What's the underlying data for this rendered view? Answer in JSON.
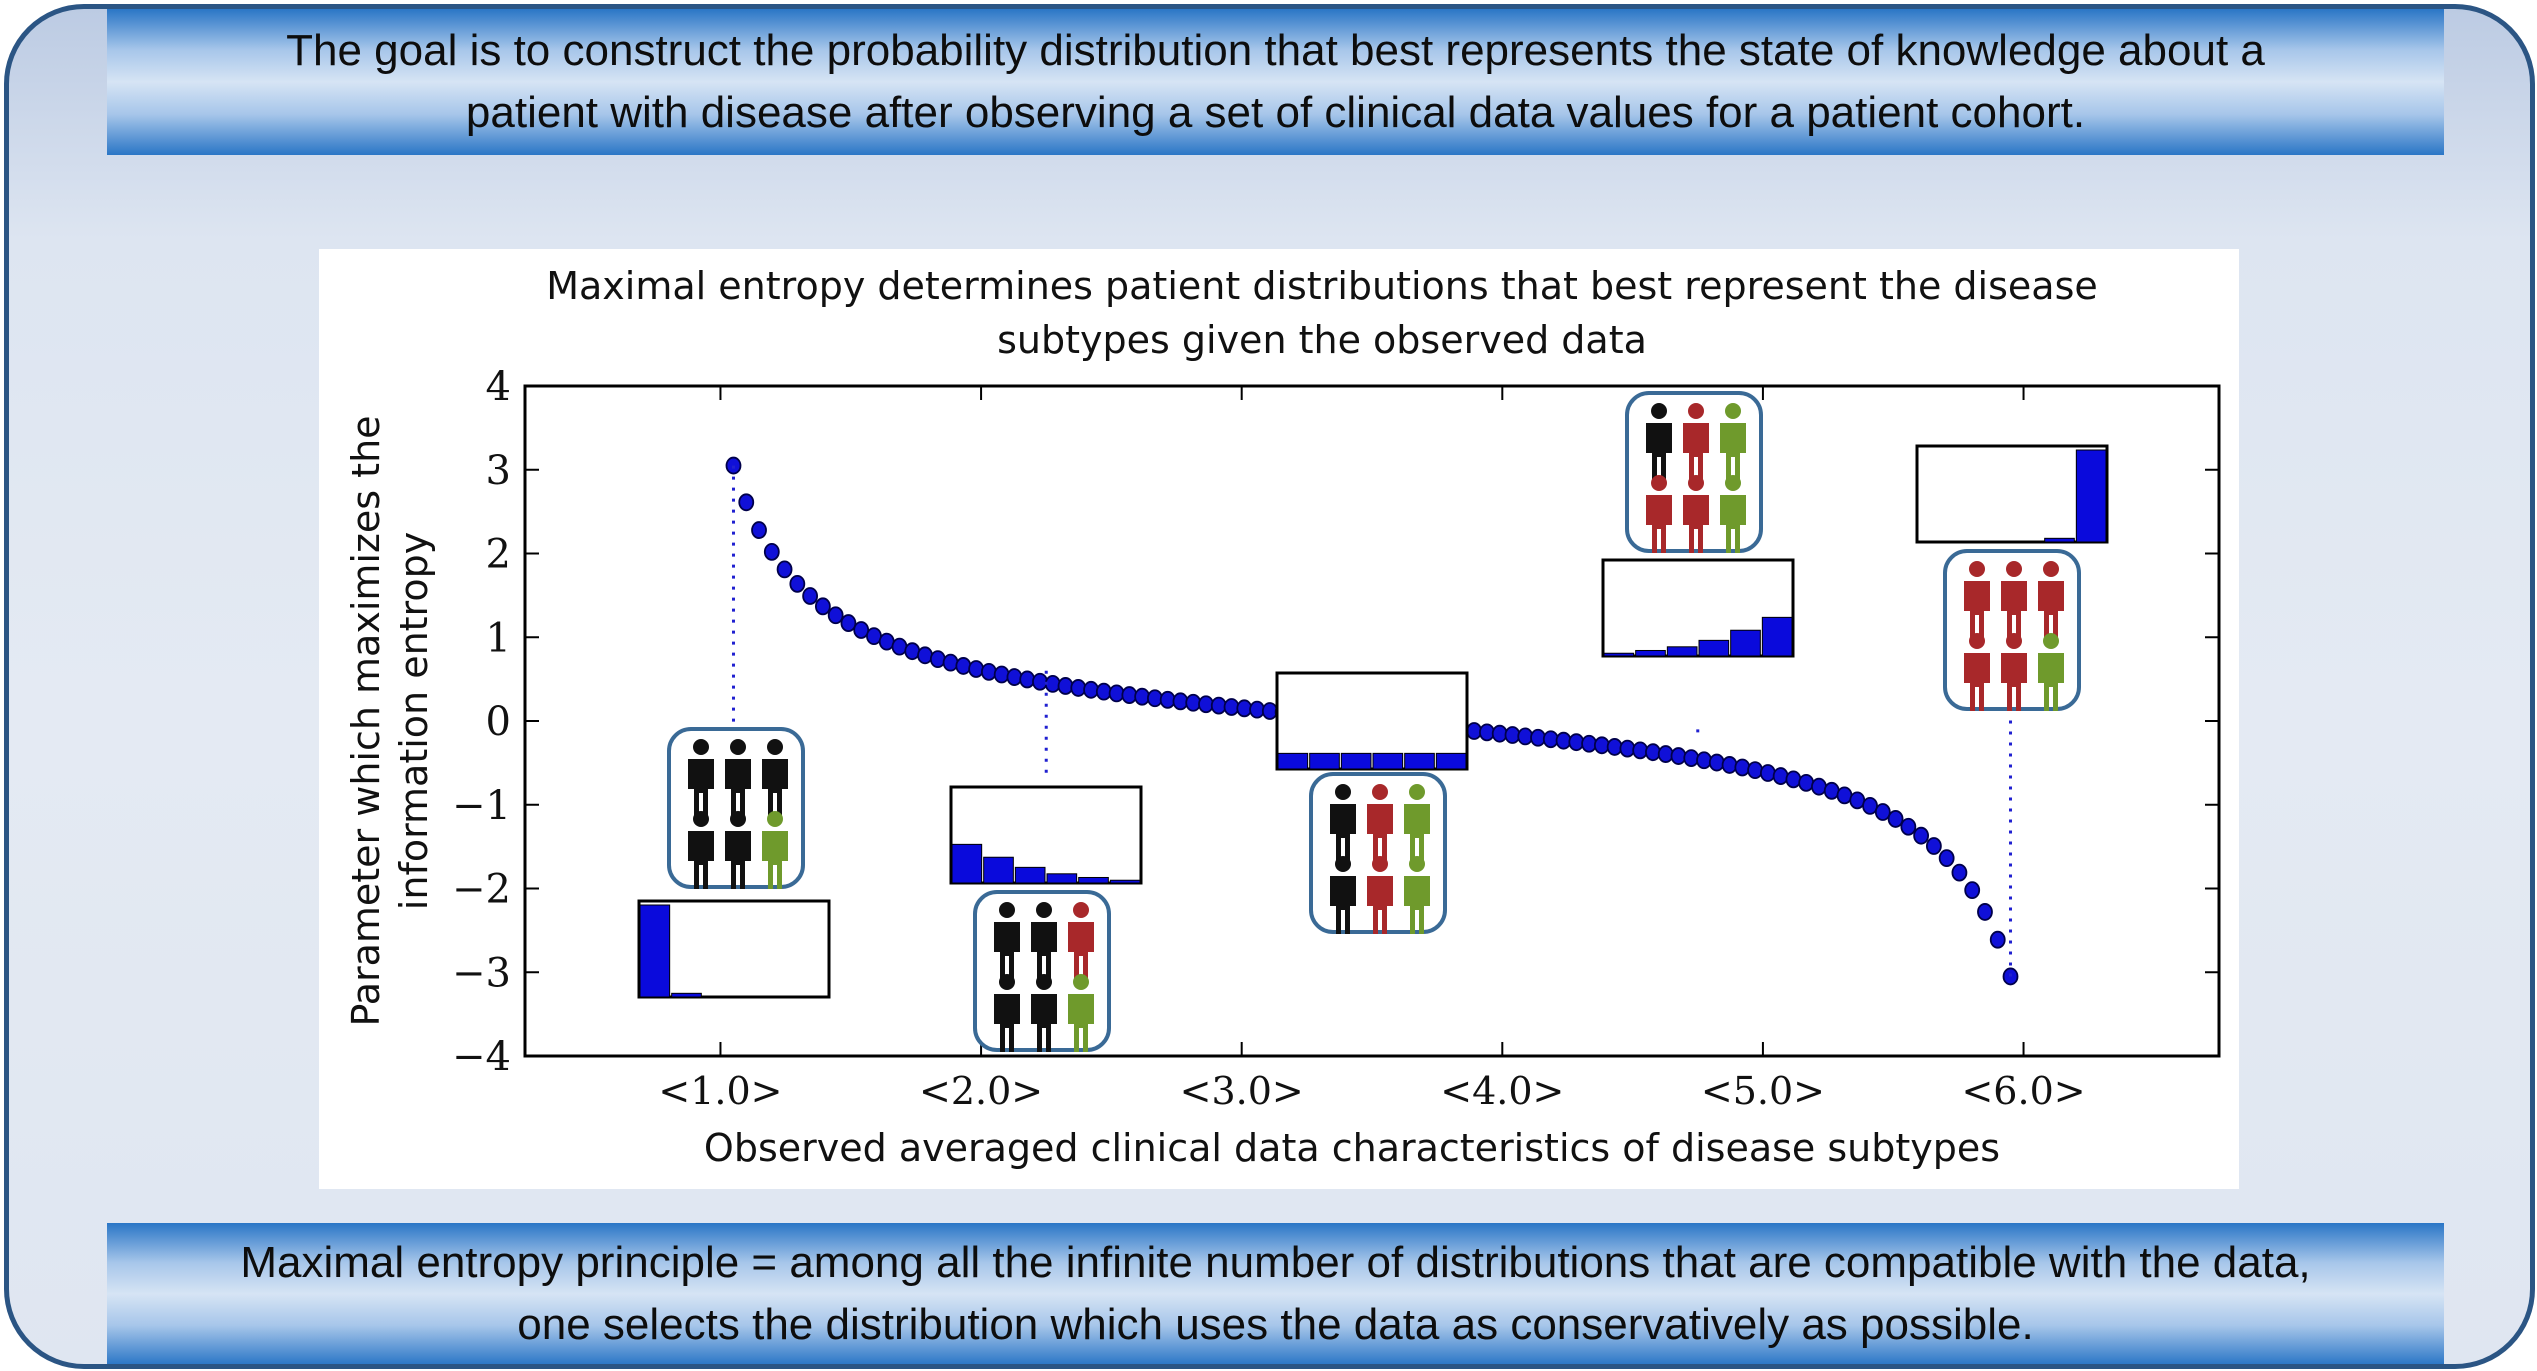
{
  "banners": {
    "top_line1": "The goal is to construct the probability distribution that best represents the state of knowledge about a",
    "top_line2": "patient with disease after observing a set of clinical data values for a patient cohort.",
    "bottom_line1": "Maximal entropy principle = among all the infinite number of distributions that are compatible with the data,",
    "bottom_line2": "one selects the distribution which uses the data as conservatively as possible."
  },
  "colors": {
    "border": "#2b5584",
    "banner_edge": "#2a76c6",
    "point_fill": "#1010d8",
    "bar_fill": "#0a0adc",
    "person_black": "#111111",
    "person_red": "#a8282a",
    "person_green": "#6f9a2c",
    "icon_box_border": "#3a6a96"
  },
  "chart_data": {
    "type": "scatter",
    "title_line1": "Maximal entropy determines patient distributions that best represent the disease",
    "title_line2": "subtypes given the observed data",
    "xlabel": "Observed averaged clinical data characteristics of disease subtypes",
    "ylabel_line1": "Parameter which maximizes the",
    "ylabel_line2": "information entropy",
    "xlim": [
      0.25,
      6.75
    ],
    "ylim": [
      -4,
      4
    ],
    "x_ticks": [
      1,
      2,
      3,
      4,
      5,
      6
    ],
    "x_tick_labels": [
      "<1.0>",
      "<2.0>",
      "<3.0>",
      "<4.0>",
      "<5.0>",
      "<6.0>"
    ],
    "y_ticks": [
      4,
      3,
      2,
      1,
      0,
      -1,
      -2,
      -3,
      -4
    ],
    "y_tick_labels": [
      "4",
      "3",
      "2",
      "1",
      "0",
      "−1",
      "−2",
      "−3",
      "−4"
    ],
    "grid": false,
    "series": [
      {
        "x_start": 1.05,
        "x_end": 5.95,
        "point_count": 101,
        "y_start": 3.05,
        "y_end": -3.05,
        "y_at_2": 0.6,
        "y_at_3": 0.15,
        "y_at_4": -0.15,
        "y_at_5": -0.6
      }
    ],
    "insets": [
      {
        "anchor_x": 1.05,
        "bars": [
          1.0,
          0.04,
          0,
          0,
          0,
          0
        ],
        "people": [
          "black",
          "black",
          "black",
          "black",
          "black",
          "green"
        ]
      },
      {
        "anchor_x": 2.25,
        "bars": [
          0.42,
          0.28,
          0.17,
          0.1,
          0.06,
          0.03
        ],
        "people": [
          "black",
          "black",
          "red",
          "black",
          "black",
          "green"
        ]
      },
      {
        "anchor_x": 3.5,
        "bars": [
          0.17,
          0.17,
          0.17,
          0.17,
          0.17,
          0.17
        ],
        "people": [
          "black",
          "red",
          "green",
          "black",
          "red",
          "green"
        ]
      },
      {
        "anchor_x": 4.75,
        "bars": [
          0.03,
          0.06,
          0.1,
          0.17,
          0.28,
          0.42
        ],
        "people": [
          "black",
          "red",
          "green",
          "red",
          "red",
          "green"
        ]
      },
      {
        "anchor_x": 5.95,
        "bars": [
          0,
          0,
          0,
          0,
          0.04,
          1.0
        ],
        "people": [
          "red",
          "red",
          "red",
          "red",
          "red",
          "green"
        ]
      }
    ]
  }
}
